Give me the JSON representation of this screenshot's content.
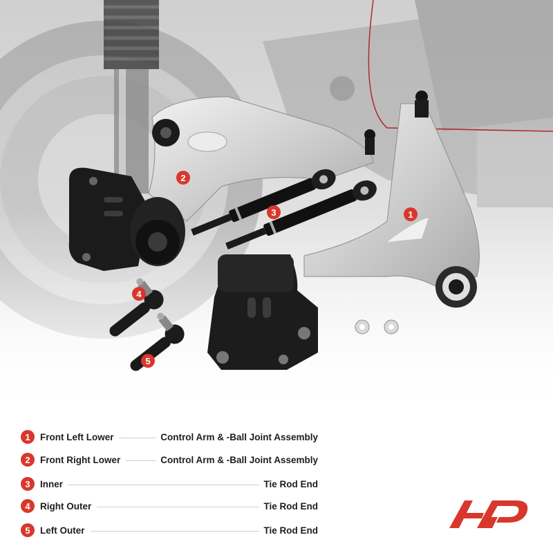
{
  "callouts": [
    "1",
    "2",
    "3",
    "4",
    "5"
  ],
  "legend": [
    {
      "num": "1",
      "label": "Front Left Lower",
      "desc": "Control Arm & -Ball Joint Assembly"
    },
    {
      "num": "2",
      "label": "Front Right Lower",
      "desc": "Control Arm & -Ball Joint Assembly"
    },
    {
      "num": "3",
      "label": "Inner",
      "desc": "Tie Rod End"
    },
    {
      "num": "4",
      "label": "Right Outer",
      "desc": "Tie Rod End"
    },
    {
      "num": "5",
      "label": "Left Outer",
      "desc": "Tie Rod End"
    }
  ],
  "colors": {
    "accent": "#d8382c",
    "part_black": "#1a1a1a",
    "part_silver": "#dcdcdc",
    "background_gray": "#d4d4d4"
  },
  "icons": [
    "brand-logo-icon"
  ]
}
